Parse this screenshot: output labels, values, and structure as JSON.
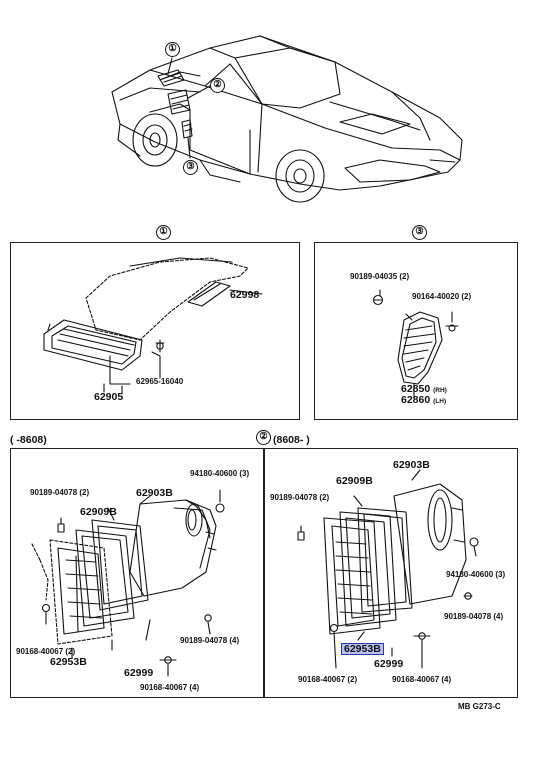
{
  "callouts": {
    "one": "①",
    "two": "②",
    "three": "③"
  },
  "panel_one": {
    "title": "①",
    "part_62998": "62998",
    "part_62965": "62965-16040",
    "part_62905": "62905"
  },
  "panel_three": {
    "title": "③",
    "bolt_a": "90189-04035 (2)",
    "bolt_b": "90164-40020 (2)",
    "part_rh": "62850",
    "rh": "(RH)",
    "part_lh": "62860",
    "lh": "(LH)"
  },
  "section_two": {
    "range_left": "(     -8608)",
    "title": "②",
    "range_right": "(8608-      )"
  },
  "panel_left": {
    "p_90189_top": "90189-04078 (2)",
    "p_62909B": "62909B",
    "p_62903B": "62903B",
    "p_94180": "94180-40600 (3)",
    "p_90189_right": "90189-04078 (4)",
    "p_90168_left": "90168-40067 (2)",
    "p_62953B": "62953B",
    "p_62999": "62999",
    "p_90168_bottom": "90168-40067 (4)"
  },
  "panel_right": {
    "p_62903B": "62903B",
    "p_62909B": "62909B",
    "p_90189_top": "90189-04078 (2)",
    "p_94180": "94180-40600 (3)",
    "p_90189_right": "90189-04078 (4)",
    "p_62953B": "62953B",
    "p_62999": "62999",
    "p_90168_left": "90168-40067 (2)",
    "p_90168_right": "90168-40067 (4)"
  },
  "footer_code": "MB  G273-C",
  "colors": {
    "highlight": "#b9c0ee",
    "highlight_border": "#2b38a8",
    "ink": "#111111"
  }
}
